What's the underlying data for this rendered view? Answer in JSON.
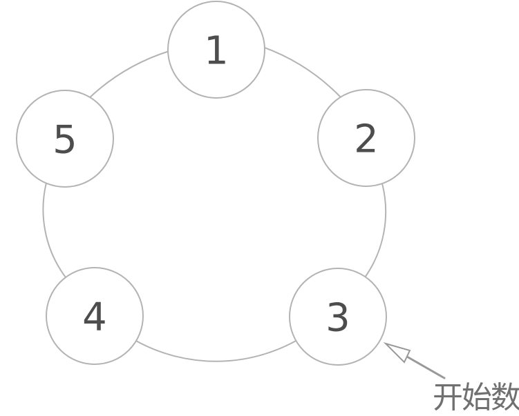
{
  "diagram": {
    "type": "circular-counting-cycle",
    "nodes": [
      {
        "id": "1",
        "label": "1"
      },
      {
        "id": "2",
        "label": "2"
      },
      {
        "id": "3",
        "label": "3"
      },
      {
        "id": "4",
        "label": "4"
      },
      {
        "id": "5",
        "label": "5"
      }
    ],
    "annotation": {
      "label": "开始数",
      "target_node": "3"
    },
    "colors": {
      "background": "#ffffff",
      "ring_stroke": "#b3b3b3",
      "node_stroke": "#b3b3b3",
      "node_fill": "#ffffff",
      "node_label": "#4d4d4d",
      "arrow": "#999999",
      "arrowhead_fill": "#ffffff",
      "annotation_text": "#707070"
    }
  }
}
